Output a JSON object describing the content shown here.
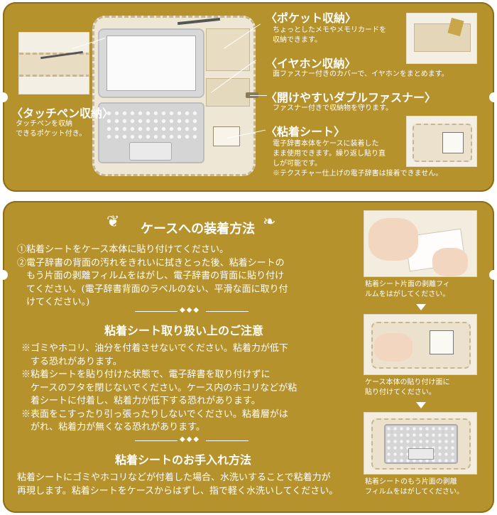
{
  "features": {
    "pocket": {
      "heading": "〈ポケット収納〉",
      "desc_lines": [
        "ちょっとしたメモやメモリカードを",
        "収納できます。"
      ]
    },
    "earphone": {
      "heading": "〈イヤホン収納〉",
      "desc_lines": [
        "面ファスナー付きのカバーで、イヤホンをまとめます。"
      ]
    },
    "zipper": {
      "heading": "〈開けやすいダブルファスナー〉",
      "desc_lines": [
        "ファスナー付きで収納物を守ります。"
      ]
    },
    "sheet": {
      "heading": "〈粘着シート〉",
      "desc_lines": [
        "電子辞書本体をケースに装着した",
        "まま使用できます。繰り返し貼り直",
        "しが可能です。",
        "※テクスチャー仕上げの電子辞書は接着できません。"
      ]
    },
    "pen": {
      "heading": "〈タッチペン収納〉",
      "desc_lines": [
        "タッチペンを収納",
        "できるポケット付き。"
      ]
    }
  },
  "install": {
    "title": "ケースへの装着方法",
    "steps": [
      "①粘着シートをケース本体に貼り付けてください。",
      "②電子辞書の背面の汚れをきれいに拭きとった後、粘着シートの",
      "　もう片面の剥離フィルムをはがし、電子辞書の背面に貼り付け",
      "　てください。(電子辞書背面のラベルのない、平滑な面に取り付",
      "　けてください。)"
    ]
  },
  "cautions": {
    "title": "粘着シート取り扱い上のご注意",
    "lines": [
      "※ゴミやホコリ、油分を付着させないでください。粘着力が低下",
      "　する恐れがあります。",
      "※粘着シートを貼り付けた状態で、電子辞書を取り付けずに",
      "　ケースのフタを閉じないでください。ケース内のホコリなどが粘",
      "　着シートに付着し、粘着力が低下する恐れがあります。",
      "※表面をこすったり引っ張ったりしないでください。粘着層がは",
      "　がれ、粘着力が無くなる恐れがあります。"
    ]
  },
  "care": {
    "title": "粘着シートのお手入れ方法",
    "lines": [
      "粘着シートにゴミやホコリなどが付着した場合、水洗いすることで粘着力が",
      "再現します。粘着シートをケースからはずし、指で軽く水洗いしてください。"
    ]
  },
  "step_captions": [
    [
      "粘着シート片面の剥離フィ",
      "ルムをはがしてください。"
    ],
    [
      "ケース本体の貼り付け面に",
      "貼り付けてください。"
    ],
    [
      "粘着シートのもう片面の剥離",
      "フィルムをはがしてください。"
    ]
  ],
  "colors": {
    "gold": "#b6922c",
    "text": "#ffffff"
  }
}
